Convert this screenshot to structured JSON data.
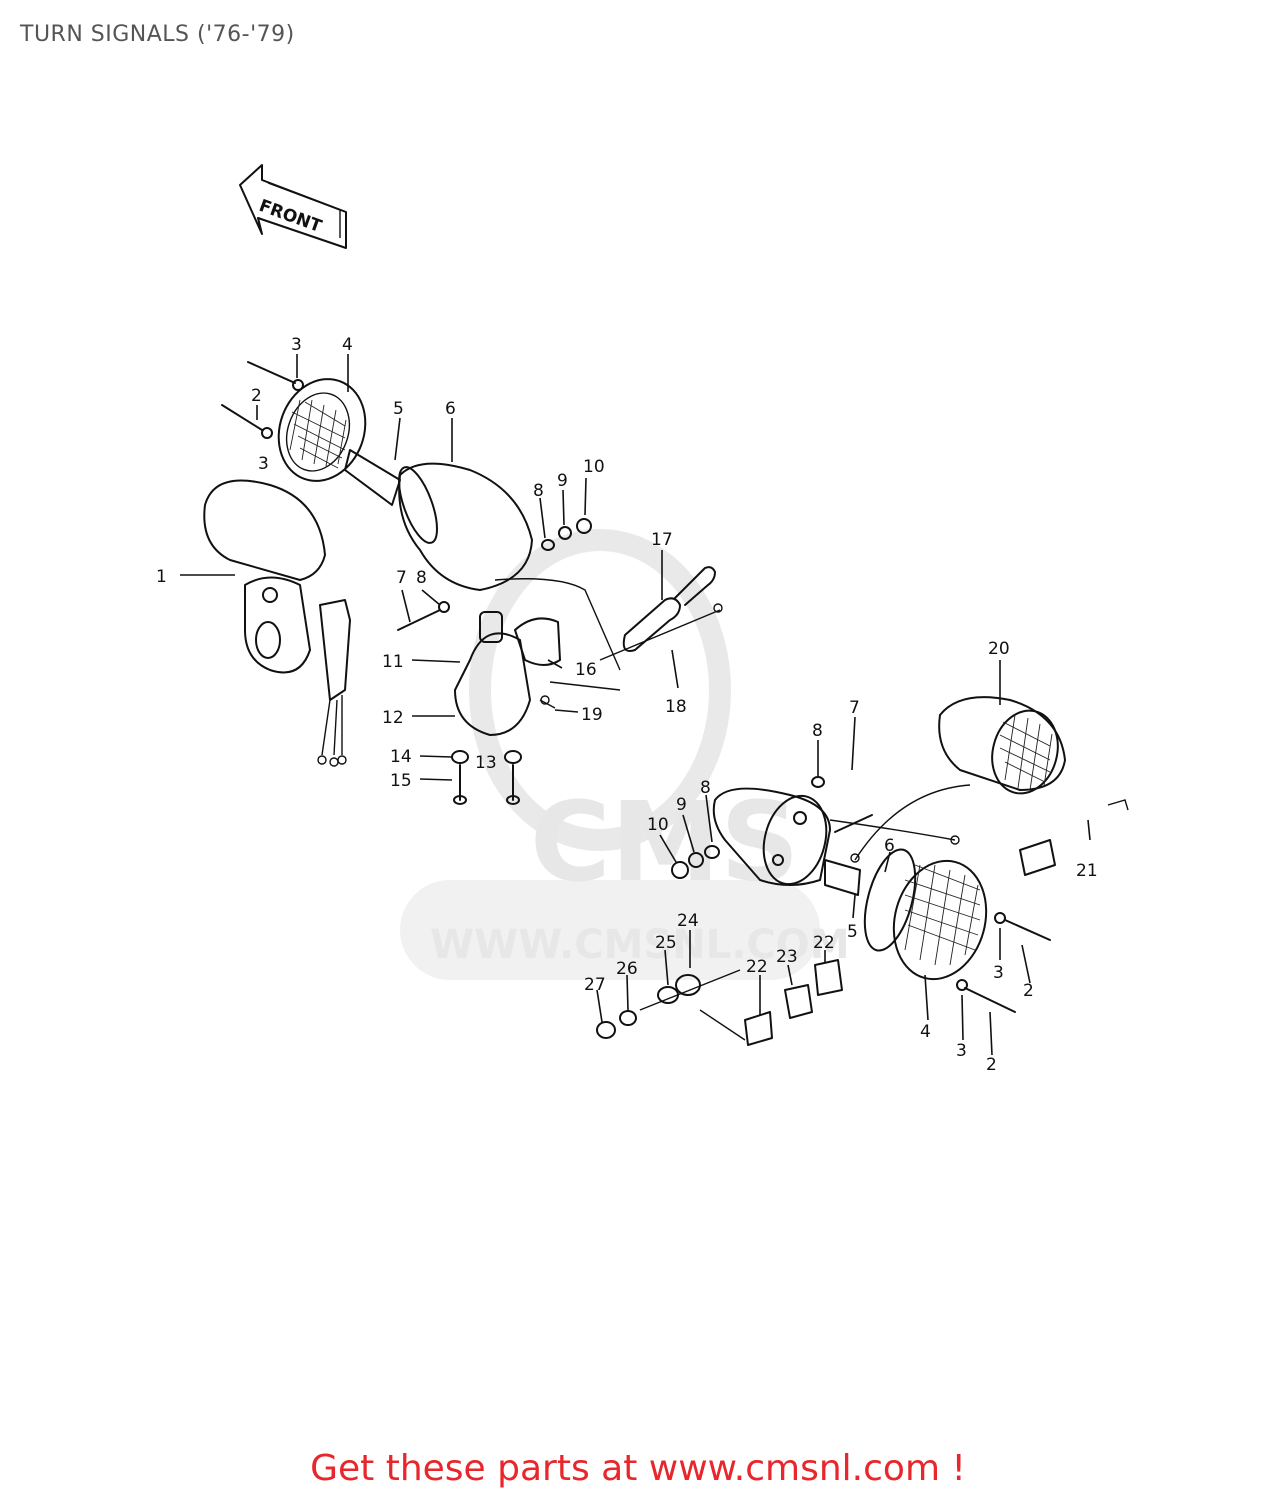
{
  "page": {
    "title": "TURN SIGNALS ('76-'79)",
    "footer_link": "Get these parts at www.cmsnl.com !"
  },
  "diagram": {
    "direction_arrow_text": "FRONT",
    "watermark": {
      "logo_text": "CMS",
      "url_text": "WWW.CMSNL.COM"
    },
    "callouts": [
      "3",
      "4",
      "2",
      "3",
      "5",
      "6",
      "8",
      "9",
      "10",
      "1",
      "17",
      "7",
      "8",
      "11",
      "16",
      "12",
      "19",
      "18",
      "14",
      "13",
      "15",
      "20",
      "7",
      "8",
      "8",
      "9",
      "10",
      "6",
      "21",
      "5",
      "24",
      "22",
      "25",
      "23",
      "22",
      "26",
      "27",
      "3",
      "2",
      "4",
      "3",
      "2"
    ]
  },
  "colors": {
    "title": "#555555",
    "footer_link": "#e8262b",
    "ink": "#111111",
    "watermark": "#e7e7e7"
  }
}
